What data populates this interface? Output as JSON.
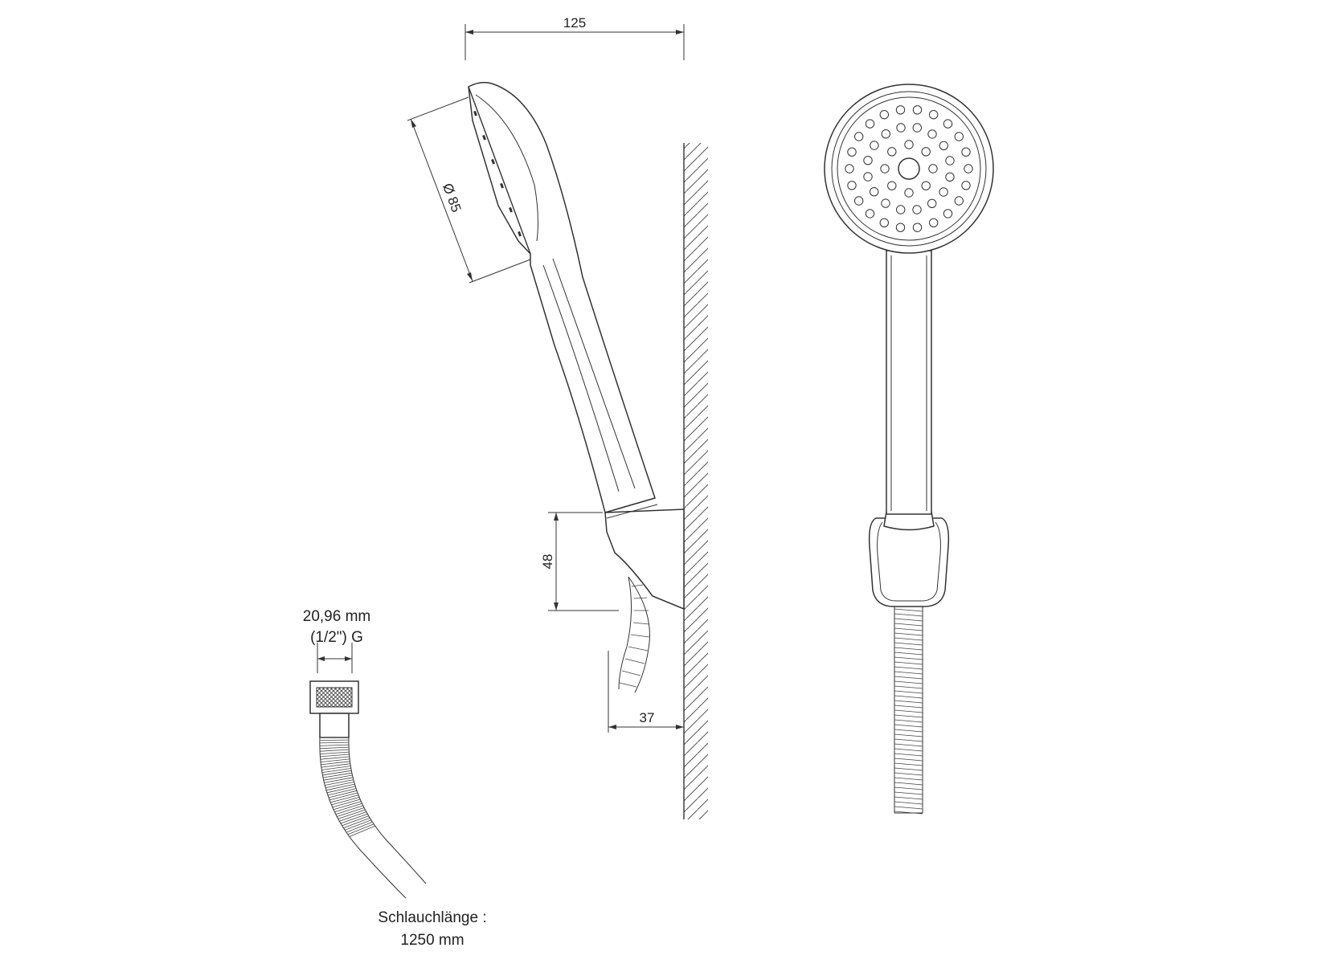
{
  "dimensions": {
    "overall_width": "125",
    "head_diameter": "Ø 85",
    "holder_height": "48",
    "wall_offset": "37"
  },
  "connector": {
    "size_mm": "20,96 mm",
    "thread": "(1/2\") G"
  },
  "hose": {
    "length_label": "Schlauchlänge :",
    "length_value": "1250 mm"
  },
  "colors": {
    "line": "#333333",
    "background": "#ffffff"
  }
}
